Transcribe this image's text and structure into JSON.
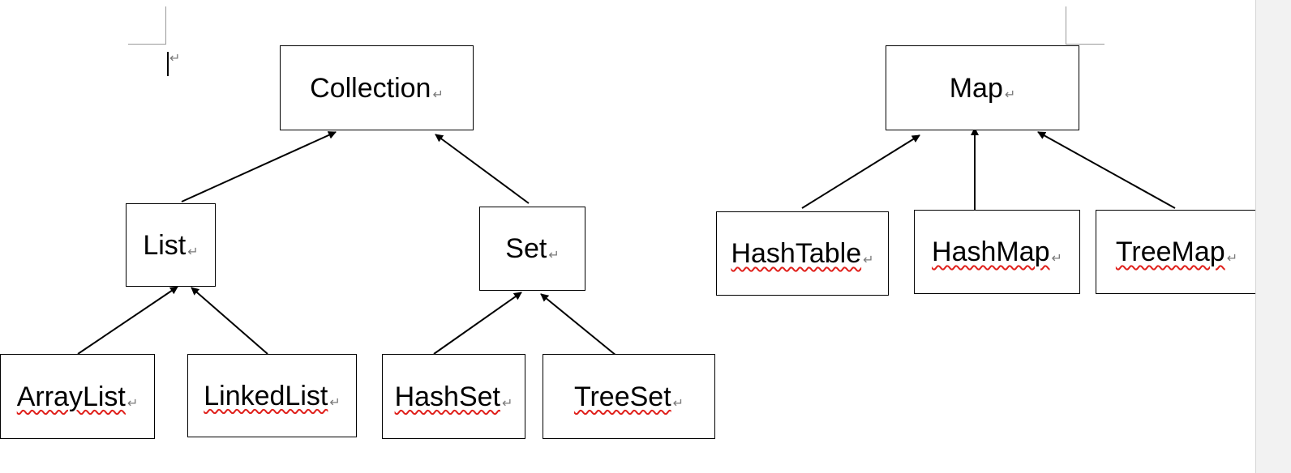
{
  "document": {
    "paragraph_mark": "↵",
    "collection_tree": {
      "root": "Collection",
      "list": "List",
      "set": "Set",
      "array_list": "ArrayList",
      "linked_list": "LinkedList",
      "hash_set": "HashSet",
      "tree_set": "TreeSet"
    },
    "map_tree": {
      "root": "Map",
      "hash_table": "HashTable",
      "hash_map": "HashMap",
      "tree_map": "TreeMap"
    }
  },
  "colors": {
    "spellcheck_underline": "#e0201b",
    "paragraph_mark": "#7a7a7a",
    "crop_marks": "#9a9a9a",
    "scrollbar": "#f2f2f2"
  }
}
